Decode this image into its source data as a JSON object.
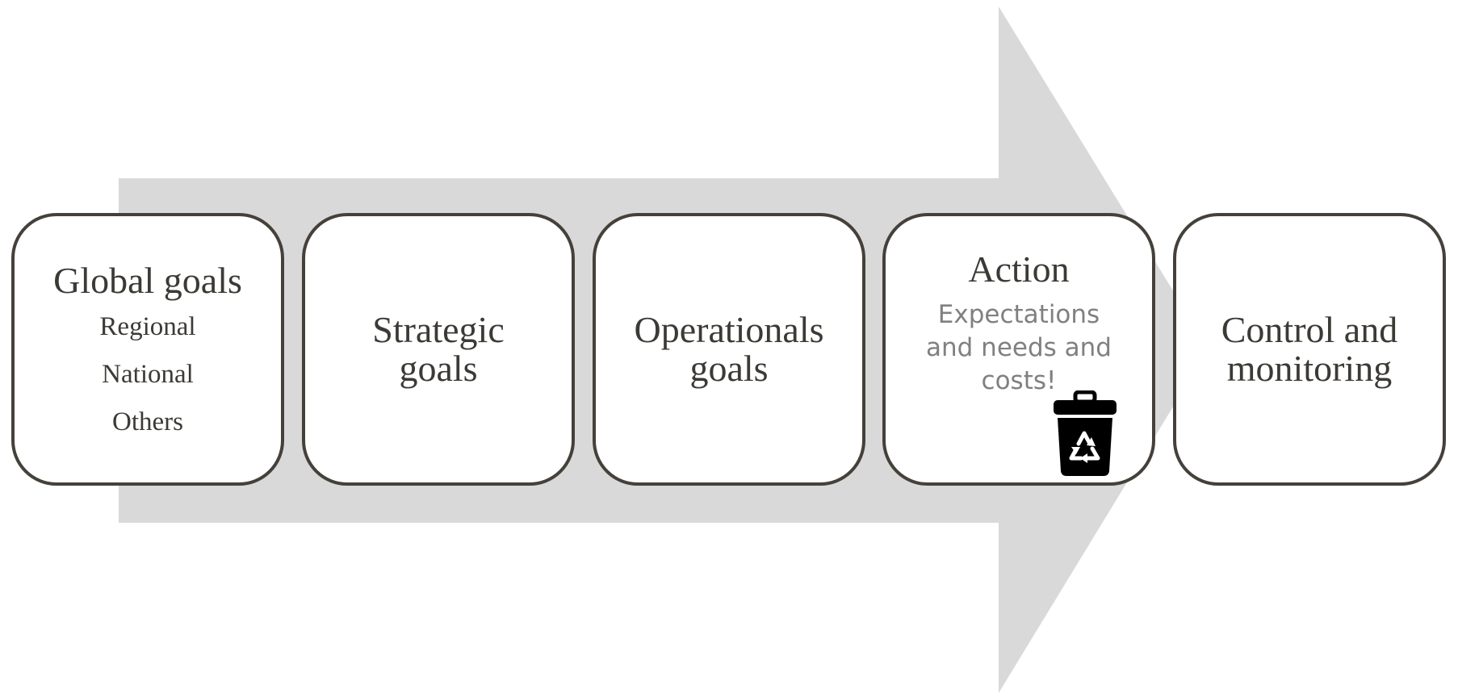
{
  "colors": {
    "arrow": "#d9d9d9",
    "box_border": "#45413a",
    "box_fill": "#ffffff",
    "text": "#3c3a35",
    "note_text": "#808080",
    "icon": "#000000"
  },
  "steps": [
    {
      "title": "Global goals",
      "items": [
        "Regional",
        "National",
        "Others"
      ]
    },
    {
      "title": "Strategic\ngoals"
    },
    {
      "title": "Operationals\ngoals"
    },
    {
      "title": "Action",
      "note": "Expectations\nand needs  and\ncosts!",
      "icon": "recycle-bin-icon"
    },
    {
      "title": "Control and\nmonitoring"
    }
  ]
}
